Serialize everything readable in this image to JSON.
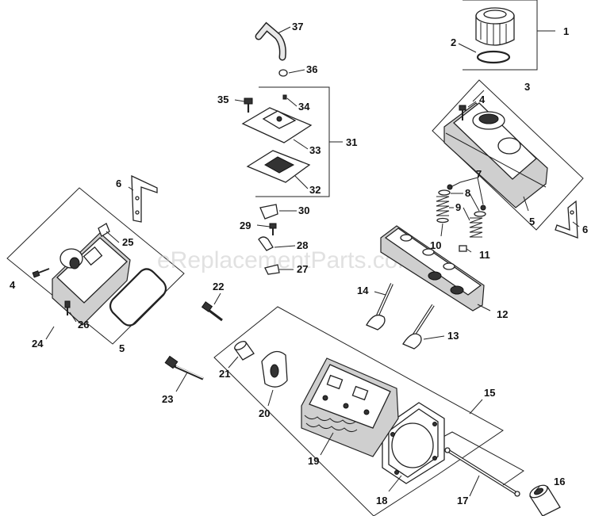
{
  "watermark": "eReplacementParts.com",
  "callouts": [
    {
      "id": "c1",
      "label": "1"
    },
    {
      "id": "c2",
      "label": "2"
    },
    {
      "id": "c3",
      "label": "3"
    },
    {
      "id": "c4a",
      "label": "4"
    },
    {
      "id": "c4b",
      "label": "4"
    },
    {
      "id": "c5a",
      "label": "5"
    },
    {
      "id": "c5b",
      "label": "5"
    },
    {
      "id": "c6a",
      "label": "6"
    },
    {
      "id": "c6b",
      "label": "6"
    },
    {
      "id": "c7",
      "label": "7"
    },
    {
      "id": "c8",
      "label": "8"
    },
    {
      "id": "c9",
      "label": "9"
    },
    {
      "id": "c10",
      "label": "10"
    },
    {
      "id": "c11",
      "label": "11"
    },
    {
      "id": "c12",
      "label": "12"
    },
    {
      "id": "c13",
      "label": "13"
    },
    {
      "id": "c14",
      "label": "14"
    },
    {
      "id": "c15",
      "label": "15"
    },
    {
      "id": "c16",
      "label": "16"
    },
    {
      "id": "c17",
      "label": "17"
    },
    {
      "id": "c18",
      "label": "18"
    },
    {
      "id": "c19",
      "label": "19"
    },
    {
      "id": "c20",
      "label": "20"
    },
    {
      "id": "c21",
      "label": "21"
    },
    {
      "id": "c22",
      "label": "22"
    },
    {
      "id": "c23",
      "label": "23"
    },
    {
      "id": "c24",
      "label": "24"
    },
    {
      "id": "c25",
      "label": "25"
    },
    {
      "id": "c26",
      "label": "26"
    },
    {
      "id": "c27",
      "label": "27"
    },
    {
      "id": "c28",
      "label": "28"
    },
    {
      "id": "c29",
      "label": "29"
    },
    {
      "id": "c30",
      "label": "30"
    },
    {
      "id": "c31",
      "label": "31"
    },
    {
      "id": "c32",
      "label": "32"
    },
    {
      "id": "c33",
      "label": "33"
    },
    {
      "id": "c34",
      "label": "34"
    },
    {
      "id": "c35",
      "label": "35"
    },
    {
      "id": "c36",
      "label": "36"
    },
    {
      "id": "c37",
      "label": "37"
    }
  ]
}
